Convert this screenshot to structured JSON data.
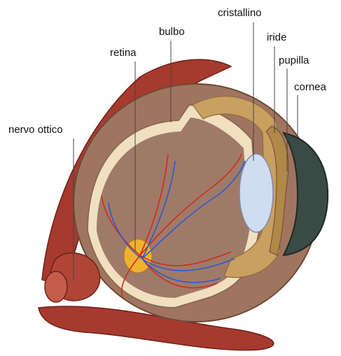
{
  "labels": {
    "cristallino": "cristallino",
    "bulbo": "bulbo",
    "iride": "iride",
    "retina": "retina",
    "pupilla": "pupilla",
    "cornea": "cornea",
    "nervo_ottico": "nervo ottico"
  },
  "colors": {
    "muscle": "#a63a2e",
    "sclera": "#a07560",
    "choroid": "#c9a060",
    "retina_wall": "#f0e0c0",
    "lens": "#d0dcef",
    "cornea": "#3a4a44",
    "macula": "#f0b030",
    "artery": "#d42a1a",
    "vein": "#2a5ad0"
  }
}
